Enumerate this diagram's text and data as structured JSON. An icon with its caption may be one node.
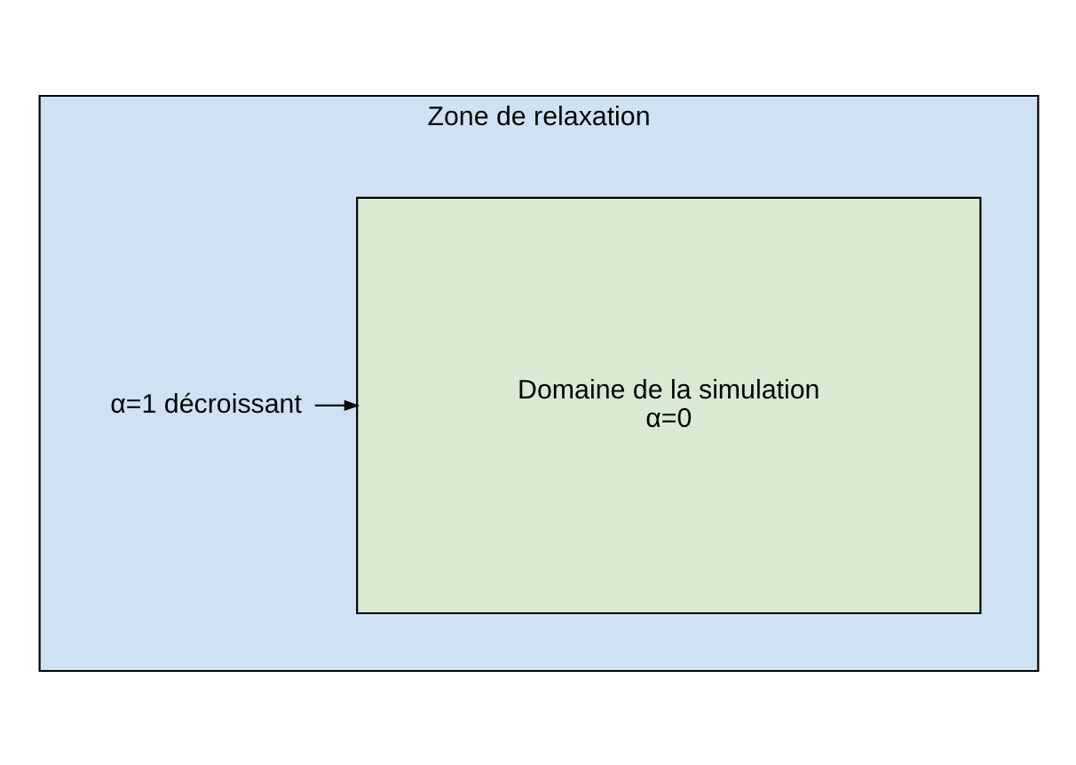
{
  "diagram": {
    "nodes": [
      {
        "text": [
          "Zone de relaxation"
        ]
      },
      {
        "text": [
          "Domaine de la simulation",
          "α=0"
        ],
        "in": 0
      },
      {
        "text": [
          "α=1 décroissant"
        ],
        "in": 0
      }
    ],
    "edges": [
      {
        "from": 2,
        "to": 1,
        "arrow": "to"
      }
    ]
  }
}
